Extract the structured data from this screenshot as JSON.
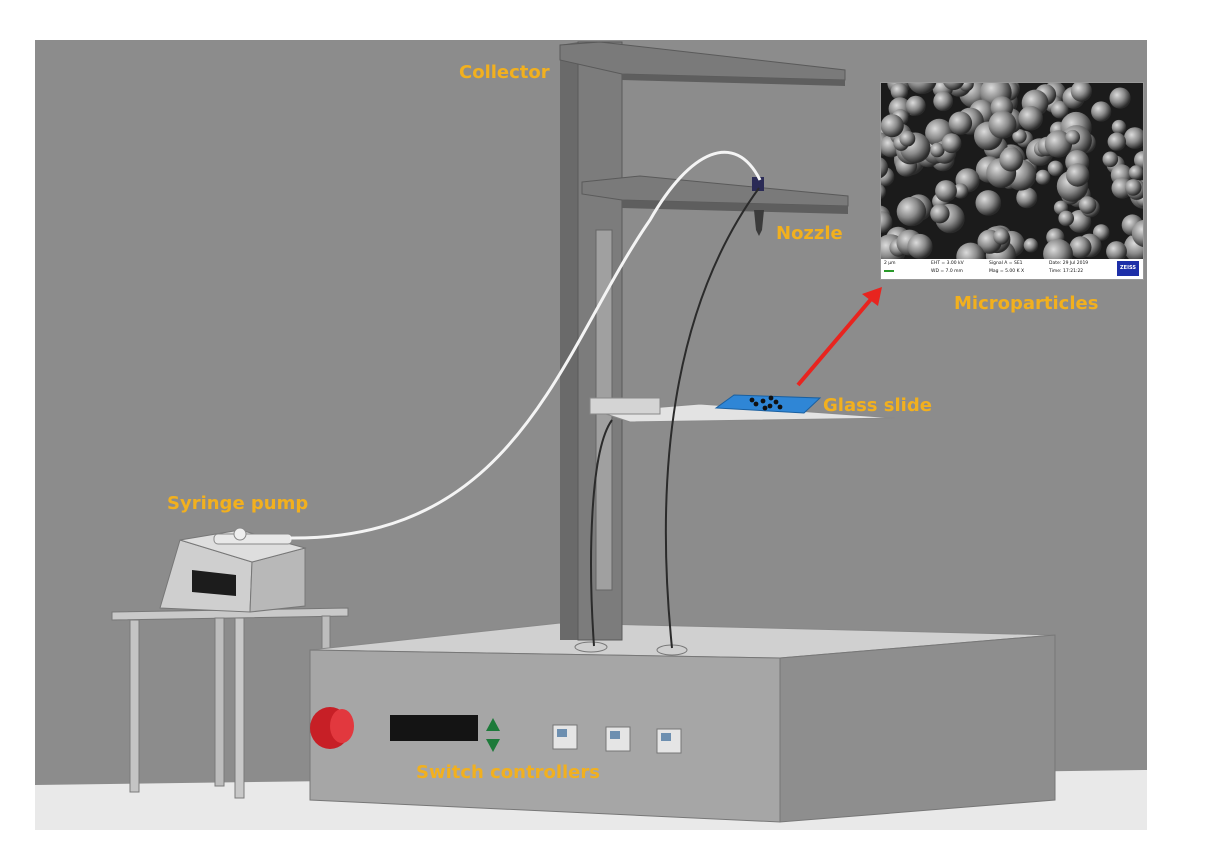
{
  "labels": {
    "collector": "Collector",
    "nozzle": "Nozzle",
    "microparticles": "Microparticles",
    "glass_slide": "Glass slide",
    "syringe_pump": "Syringe pump",
    "switch_controllers": "Switch controllers"
  },
  "sem_info": {
    "scale": "2 µm",
    "eht": "EHT = 3.00 kV",
    "wd": "WD = 7.0 mm",
    "signal": "Signal A = SE1",
    "mag": "Mag = 5.00 K X",
    "date": "Date: 29 Jul 2019",
    "time": "Time: 17:21:22",
    "brand": "ZEISS"
  },
  "colors": {
    "label": "#f2b01e",
    "wall": "#8a8a8a",
    "floor": "#e6e6e6",
    "arrow": "#e8241f",
    "slide": "#2f86d6",
    "button": "#d8252c"
  }
}
